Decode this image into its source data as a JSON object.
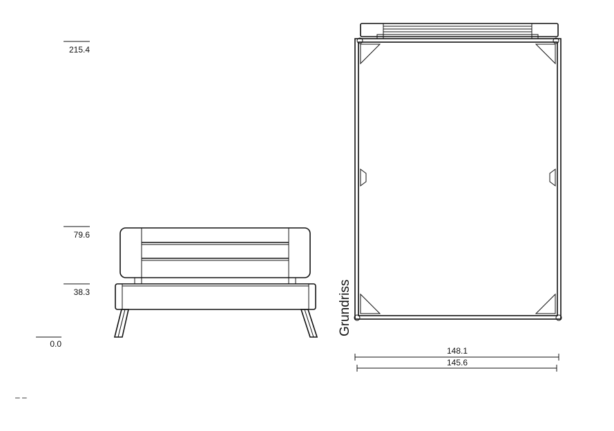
{
  "elevations": {
    "top": "215.4",
    "headboard": "79.6",
    "frame": "38.3",
    "floor": "0.0"
  },
  "plan": {
    "label": "Grundriss",
    "dim_outer": "148.1",
    "dim_inner": "145.6"
  },
  "corner_mark": "– –"
}
